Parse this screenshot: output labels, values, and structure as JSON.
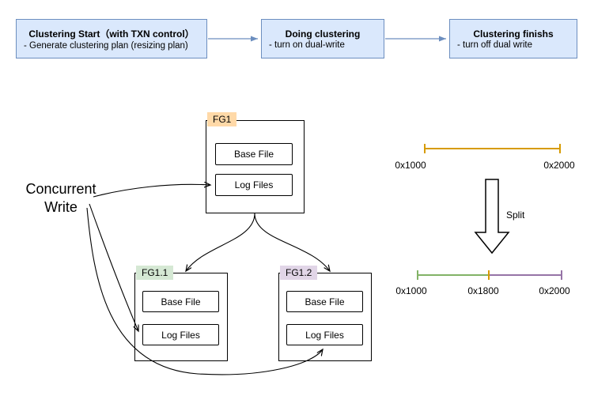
{
  "flow_steps": [
    {
      "title": "Clustering Start（with TXN control）",
      "subtitle": "- Generate clustering plan (resizing plan)"
    },
    {
      "title": "Doing clustering",
      "subtitle": "- turn on dual-write"
    },
    {
      "title": "Clustering finishs",
      "subtitle": "- turn off dual write"
    }
  ],
  "groups": {
    "fg1": {
      "tag": "FG1",
      "base_file": "Base File",
      "log_files": "Log Files"
    },
    "fg1_1": {
      "tag": "FG1.1",
      "base_file": "Base File",
      "log_files": "Log Files"
    },
    "fg1_2": {
      "tag": "FG1.2",
      "base_file": "Base File",
      "log_files": "Log Files"
    }
  },
  "annotations": {
    "concurrent_line1": "Concurrent",
    "concurrent_line2": "Write",
    "split": "Split"
  },
  "ranges": {
    "before": {
      "start": "0x1000",
      "end": "0x2000"
    },
    "after": {
      "start": "0x1000",
      "mid": "0x1800",
      "end": "0x2000"
    }
  },
  "colors": {
    "flow_fill": "#dae8fc",
    "flow_border": "#6c8ebf",
    "fg1_tag": "#ffd9a8",
    "fg1_1_tag": "#d5e8d4",
    "fg1_2_tag": "#e1d5e7",
    "range_before": "#d79b00",
    "range_after_left": "#82b366",
    "range_after_right": "#9673a6",
    "range_mid_tick": "#d79b00"
  }
}
